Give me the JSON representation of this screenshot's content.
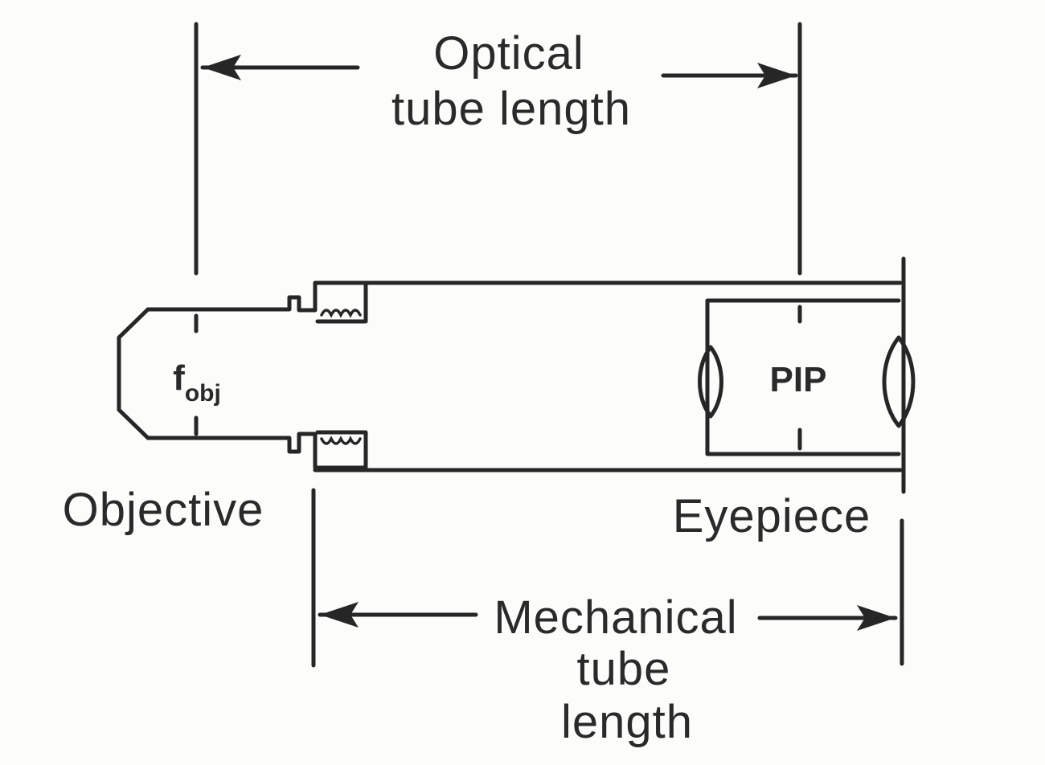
{
  "labels": {
    "optical_line1": "Optical",
    "optical_line2": "tube length",
    "objective": "Objective",
    "eyepiece": "Eyepiece",
    "f_main": "f",
    "f_sub": "obj",
    "pip": "PIP",
    "mechanical_line1": "Mechanical",
    "mechanical_line2": "tube",
    "mechanical_line3": "length"
  },
  "colors": {
    "ink": "#262626",
    "background": "#fcfcfa"
  }
}
